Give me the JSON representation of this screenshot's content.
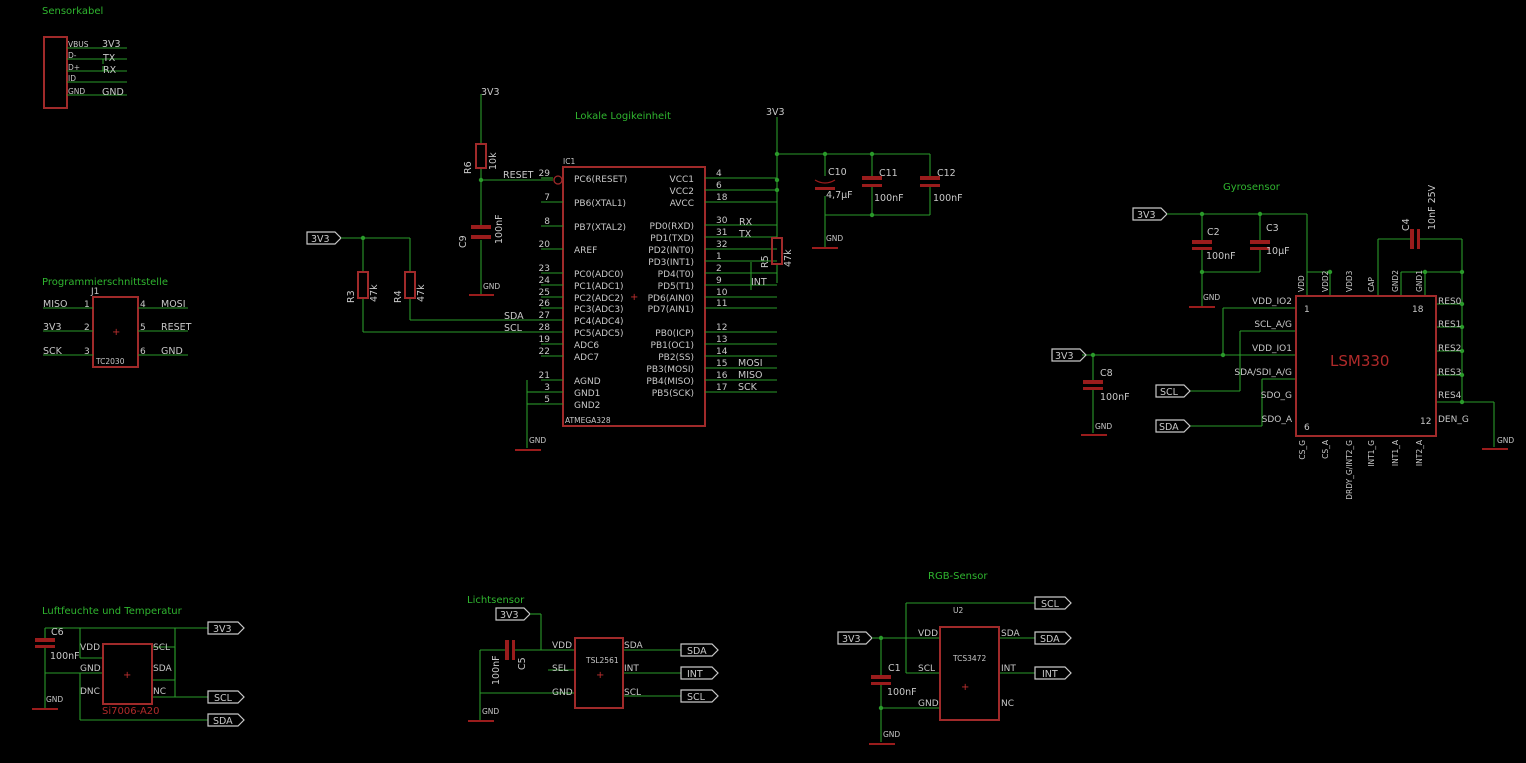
{
  "sections": {
    "sensorkabel": "Sensorkabel",
    "logic": "Lokale Logikeinheit",
    "programmer": "Programmierschnittstelle",
    "gyro": "Gyrosensor",
    "humidity": "Luftfeuchte und Temperatur",
    "light": "Lichtsensor",
    "rgb": "RGB-Sensor"
  },
  "nets": {
    "v33": "3V3",
    "gnd": "GND",
    "sda": "SDA",
    "scl": "SCL",
    "int": "INT",
    "tx": "TX",
    "rx": "RX",
    "miso": "MISO",
    "mosi": "MOSI",
    "sck": "SCK",
    "reset": "RESET",
    "nc": "NC"
  },
  "usb": {
    "pins": [
      "VBUS",
      "D-",
      "D+",
      "ID",
      "GND"
    ],
    "nets": [
      "3V3",
      "TX",
      "RX",
      "GND"
    ]
  },
  "mcu": {
    "ref": "IC1",
    "value": "ATMEGA328",
    "left_pins": [
      {
        "num": "29",
        "name": "PC6(RESET)"
      },
      {
        "num": "7",
        "name": "PB6(XTAL1)"
      },
      {
        "num": "8",
        "name": "PB7(XTAL2)"
      },
      {
        "num": "20",
        "name": "AREF"
      },
      {
        "num": "23",
        "name": "PC0(ADC0)"
      },
      {
        "num": "24",
        "name": "PC1(ADC1)"
      },
      {
        "num": "25",
        "name": "PC2(ADC2)"
      },
      {
        "num": "26",
        "name": "PC3(ADC3)"
      },
      {
        "num": "27",
        "name": "PC4(ADC4)"
      },
      {
        "num": "28",
        "name": "PC5(ADC5)"
      },
      {
        "num": "19",
        "name": "ADC6"
      },
      {
        "num": "22",
        "name": "ADC7"
      },
      {
        "num": "21",
        "name": "AGND"
      },
      {
        "num": "3",
        "name": "GND1"
      },
      {
        "num": "5",
        "name": "GND2"
      }
    ],
    "right_pins": [
      {
        "num": "4",
        "name": "VCC1"
      },
      {
        "num": "6",
        "name": "VCC2"
      },
      {
        "num": "18",
        "name": "AVCC"
      },
      {
        "num": "30",
        "name": "PD0(RXD)"
      },
      {
        "num": "31",
        "name": "PD1(TXD)"
      },
      {
        "num": "32",
        "name": "PD2(INT0)"
      },
      {
        "num": "1",
        "name": "PD3(INT1)"
      },
      {
        "num": "2",
        "name": "PD4(T0)"
      },
      {
        "num": "9",
        "name": "PD5(T1)"
      },
      {
        "num": "10",
        "name": "PD6(AIN0)"
      },
      {
        "num": "11",
        "name": "PD7(AIN1)"
      },
      {
        "num": "12",
        "name": "PB0(ICP)"
      },
      {
        "num": "13",
        "name": "PB1(OC1)"
      },
      {
        "num": "14",
        "name": "PB2(SS)"
      },
      {
        "num": "15",
        "name": "PB3(MOSI)"
      },
      {
        "num": "16",
        "name": "PB4(MISO)"
      },
      {
        "num": "17",
        "name": "PB5(SCK)"
      }
    ]
  },
  "components": {
    "r6": {
      "ref": "R6",
      "value": "10k"
    },
    "r3": {
      "ref": "R3",
      "value": "47k"
    },
    "r4": {
      "ref": "R4",
      "value": "47k"
    },
    "r5": {
      "ref": "R5",
      "value": "47k"
    },
    "c9": {
      "ref": "C9",
      "value": "100nF"
    },
    "c10": {
      "ref": "C10",
      "value": "4,7µF"
    },
    "c11": {
      "ref": "C11",
      "value": "100nF"
    },
    "c12": {
      "ref": "C12",
      "value": "100nF"
    },
    "c2": {
      "ref": "C2",
      "value": "100nF"
    },
    "c3": {
      "ref": "C3",
      "value": "10µF"
    },
    "c4": {
      "ref": "C4",
      "value": "10nF 25V"
    },
    "c8": {
      "ref": "C8",
      "value": "100nF"
    },
    "c6": {
      "ref": "C6",
      "value": "100nF"
    },
    "c5": {
      "ref": "C5",
      "value": "100nF"
    },
    "c1": {
      "ref": "C1",
      "value": "100nF"
    }
  },
  "j1": {
    "ref": "J1",
    "value": "TC2030",
    "pins": [
      {
        "num": "1",
        "net": "MISO"
      },
      {
        "num": "2",
        "net": "3V3"
      },
      {
        "num": "3",
        "net": "SCK"
      },
      {
        "num": "4",
        "net": "MOSI"
      },
      {
        "num": "5",
        "net": "RESET"
      },
      {
        "num": "6",
        "net": "GND"
      }
    ]
  },
  "lsm": {
    "value": "LSM330",
    "top_pins": [
      "VDD",
      "VDD2",
      "VDD3",
      "CAP",
      "GND2",
      "GND1"
    ],
    "left_pins": [
      "VDD_IO2",
      "SCL_A/G",
      "VDD_IO1",
      "SDA/SDI_A/G",
      "SDO_G",
      "SDO_A"
    ],
    "right_pins": [
      "RES0",
      "RES1",
      "RES2",
      "RES3",
      "RES4",
      "DEN_G"
    ],
    "bottom_pins": [
      "CS_G",
      "CS_A",
      "DRDY_G/INT2_G",
      "INT1_G",
      "INT1_A",
      "INT2_A"
    ],
    "corner_nums": [
      "1",
      "18",
      "6",
      "12"
    ]
  },
  "si7006": {
    "value": "Si7006-A20",
    "left_pins": [
      "VDD",
      "GND",
      "DNC"
    ],
    "right_pins": [
      "SCL",
      "SDA",
      "NC"
    ]
  },
  "tsl": {
    "value": "TSL2561",
    "left_pins": [
      "VDD",
      "SEL",
      "GND"
    ],
    "right_pins": [
      "SDA",
      "INT",
      "SCL"
    ]
  },
  "tcs": {
    "ref": "U2",
    "value": "TCS3472",
    "left_pins": [
      "VDD",
      "SCL",
      "GND"
    ],
    "right_pins": [
      "SDA",
      "INT",
      "NC"
    ]
  }
}
